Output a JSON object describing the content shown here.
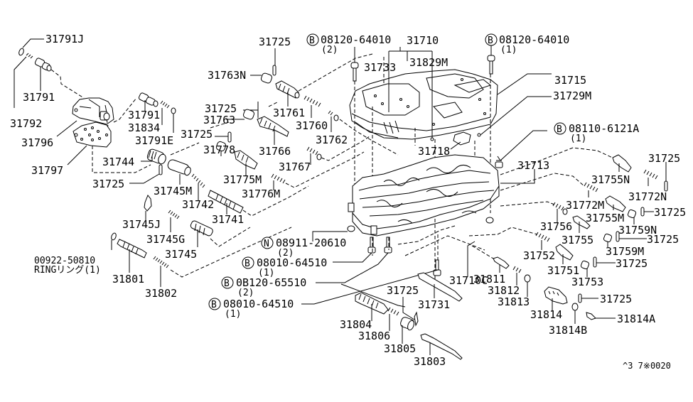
{
  "diagram": {
    "title": "Control valve body exploded parts diagram",
    "drawing_code": "^3 7※0020",
    "prefix_symbols": {
      "B": "bolt-symbol",
      "N": "nut-symbol"
    },
    "labels": {
      "p31791J": "31791J",
      "p31791": "31791",
      "p31792": "31792",
      "p31796": "31796",
      "p31797": "31797",
      "p31791_b": "31791",
      "p31834": "31834",
      "p31791E": "31791E",
      "p31744": "31744",
      "p31725_a": "31725",
      "p31745M": "31745M",
      "p31745J": "31745J",
      "p31745G": "31745G",
      "p31745": "31745",
      "p31742": "31742",
      "p31741": "31741",
      "p31763": "31763",
      "p31725_b": "31725",
      "p31725_c": "31725",
      "p31778": "31778",
      "p31775M": "31775M",
      "p31776M": "31776M",
      "p31766": "31766",
      "p31725_d": "31725",
      "p31763N": "31763N",
      "p31761": "31761",
      "p31760": "31760",
      "p31762": "31762",
      "p31767": "31767",
      "p31733": "31733",
      "p31710": "31710",
      "p31829M": "31829M",
      "p31718": "31718",
      "p31715": "31715",
      "p31729M": "31729M",
      "p31713": "31713",
      "p31710C": "31710C",
      "p31725_e": "31725",
      "p31755N": "31755N",
      "p31772N": "31772N",
      "p31772M": "31772M",
      "p31755M": "31755M",
      "p31725_f": "31725",
      "p31756": "31756",
      "p31755": "31755",
      "p31759N": "31759N",
      "p31725_g": "31725",
      "p31759M": "31759M",
      "p31752": "31752",
      "p31751": "31751",
      "p31753": "31753",
      "p31725_h": "31725",
      "p31811": "31811",
      "p31812": "31812",
      "p31813": "31813",
      "p31814": "31814",
      "p31725_i": "31725",
      "p31814B": "31814B",
      "p31814A": "31814A",
      "p31731": "31731",
      "p31725_j": "31725",
      "p31804": "31804",
      "p31806": "31806",
      "p31805": "31805",
      "p31803": "31803",
      "p31801": "31801",
      "p31802": "31802"
    },
    "fasteners": {
      "bolt_top_left": {
        "symbol": "B",
        "part_no": "08120-64010",
        "qty": "(2)"
      },
      "bolt_top_right": {
        "symbol": "B",
        "part_no": "08120-64010",
        "qty": "(1)"
      },
      "bolt_right": {
        "symbol": "B",
        "part_no": "08110-6121A",
        "qty": "(1)"
      },
      "nut_bottom": {
        "symbol": "N",
        "part_no": "08911-20610",
        "qty": "(2)"
      },
      "bolt_bottom_1": {
        "symbol": "B",
        "part_no": "08010-64510",
        "qty": "(1)"
      },
      "bolt_bottom_2": {
        "symbol": "B",
        "part_no": "0B120-65510",
        "qty": "(2)"
      },
      "bolt_bottom_3": {
        "symbol": "B",
        "part_no": "08010-64510",
        "qty": "(1)"
      }
    },
    "ring": {
      "part_no": "00922-50810",
      "desc": "RINGリング(1)"
    }
  }
}
